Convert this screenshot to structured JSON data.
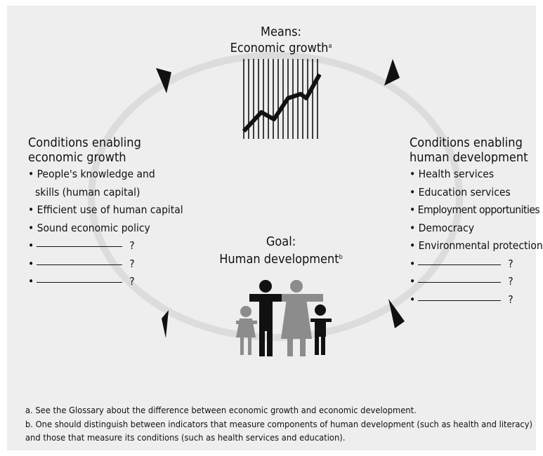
{
  "means": {
    "label": "Means:",
    "title": "Economic growth",
    "note_marker": "a"
  },
  "goal": {
    "label": "Goal:",
    "title": "Human development",
    "note_marker": "b"
  },
  "left_panel": {
    "heading_line1": "Conditions enabling",
    "heading_line2": "economic growth",
    "items": [
      "• People's knowledge and",
      "skills (human capital)",
      "• Efficient use of human capital",
      "• Sound economic policy"
    ],
    "blank_bullet": "•",
    "blank_mark": "?"
  },
  "right_panel": {
    "heading_line1": "Conditions enabling",
    "heading_line2": "human development",
    "items": [
      "• Health services",
      "• Education services",
      "• Employment opportunities",
      "• Democracy",
      "• Environmental protection"
    ],
    "blank_bullet": "•",
    "blank_mark": "?"
  },
  "footnotes": {
    "a": "a. See the Glossary about the difference between economic growth and economic development.",
    "b_line1": "b. One should distinguish between indicators that measure components of human development (such as health and literacy)",
    "b_line2": "and those that measure its conditions (such as health services and education)."
  },
  "colors": {
    "background": "#eeeeee",
    "cycle_ring": "#dcdcdc",
    "arrow": "#111111",
    "figure_dark": "#111111",
    "figure_grey": "#8c8c8c"
  },
  "icons": [
    "cycle-arrow-icon",
    "growth-chart-icon",
    "family-icon"
  ]
}
